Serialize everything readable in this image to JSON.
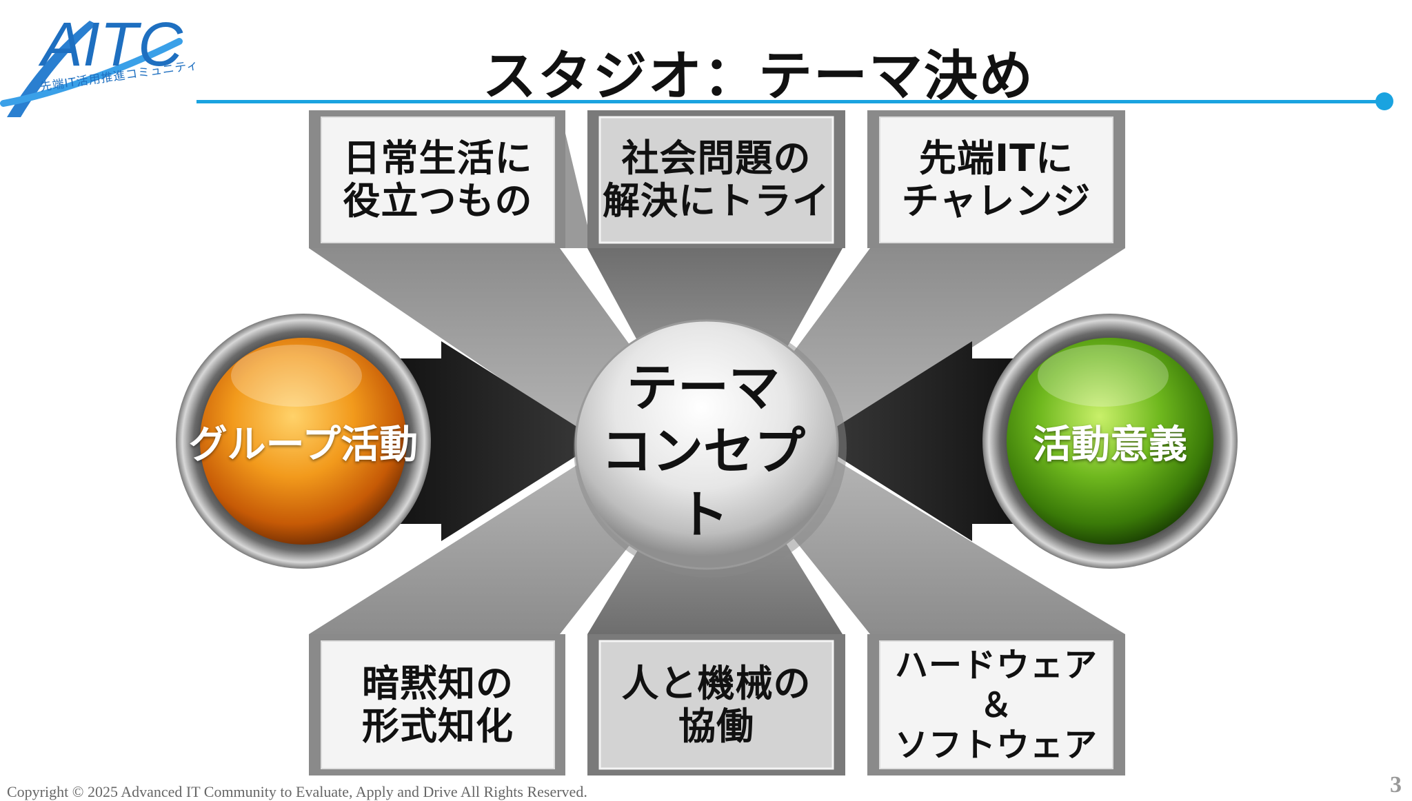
{
  "logo": {
    "mark": "AITC",
    "subtitle": "先端IT活用推進コミュニティ"
  },
  "title": "スタジオ：テーマ決め",
  "center": {
    "label": "テーマ\nコンセプト"
  },
  "top_boxes": [
    {
      "label": "日常生活に\n役立つもの"
    },
    {
      "label": "社会問題の\n解決にトライ"
    },
    {
      "label": "先端ITに\nチャレンジ"
    }
  ],
  "bottom_boxes": [
    {
      "label": "暗黙知の\n形式知化"
    },
    {
      "label": "人と機械の\n協働"
    },
    {
      "label": "ハードウェア\n＆\nソフトウェア"
    }
  ],
  "left_ball": {
    "label": "グループ活動",
    "color": "#e07a0c"
  },
  "right_ball": {
    "label": "活動意義",
    "color": "#4e9a10"
  },
  "colors": {
    "accent": "#1aa3e0",
    "box_frame": "#8a8a8a",
    "arrow_dark": "#2e2e2e"
  },
  "footer": {
    "copyright": "Copyright © 2025 Advanced IT Community to Evaluate, Apply and Drive All Rights Reserved.",
    "page": "3"
  }
}
